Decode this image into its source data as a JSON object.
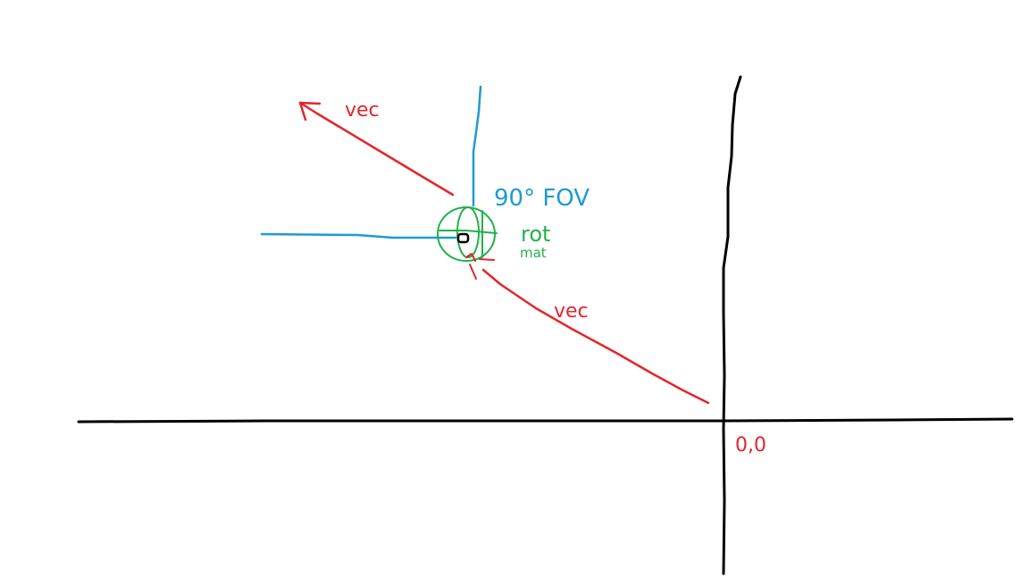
{
  "colors": {
    "axis": "#000000",
    "vector": "#e3262b",
    "fov": "#1e9ad6",
    "rotation": "#22b14c",
    "camera": "#000000",
    "background": "#ffffff"
  },
  "labels": {
    "vec_upper": "vec",
    "vec_lower": "vec",
    "fov": "90° FOV",
    "rot": "rot",
    "mat": "mat",
    "origin": "0,0"
  },
  "icons": {
    "camera": "camera-dot-icon",
    "rotation_sphere": "rotation-sphere-icon",
    "arrowhead": "arrowhead-icon"
  }
}
